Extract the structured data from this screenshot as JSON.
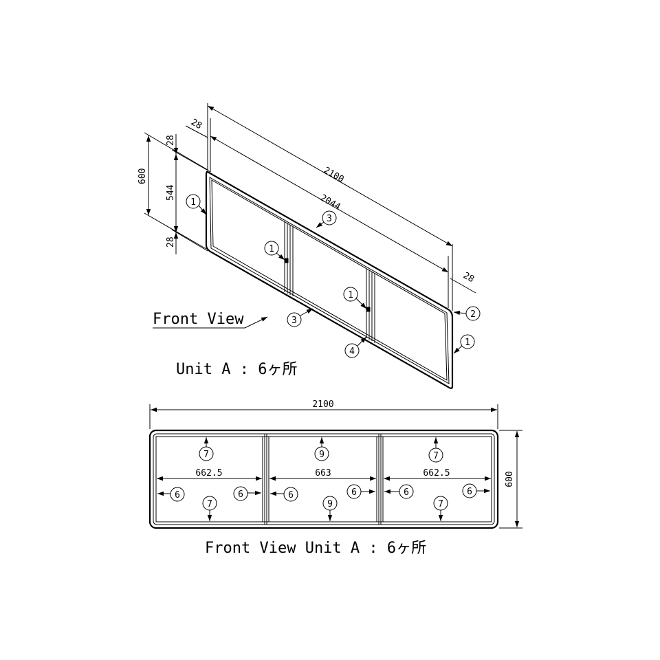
{
  "iso": {
    "dims": {
      "overall_length": "2100",
      "inner_length": "2044",
      "end_left": "28",
      "end_right": "28",
      "height": "600",
      "top_rail": "28",
      "panel": "544",
      "bottom_rail": "28"
    },
    "balloons": {
      "b1_left": "1",
      "b1_mid1": "1",
      "b1_mid2": "1",
      "b1_right": "1",
      "b2": "2",
      "b3_top": "3",
      "b3_bottom": "3",
      "b4": "4"
    },
    "front_view_label": "Front View",
    "unit_label": "Unit A : 6ヶ所"
  },
  "front": {
    "dims": {
      "width": "2100",
      "height": "600",
      "bay1": "662.5",
      "bay2": "663",
      "bay3": "662.5"
    },
    "balloons": {
      "t1": "7",
      "t2": "9",
      "t3": "7",
      "l1": "6",
      "r1": "6",
      "l2": "6",
      "r2": "6",
      "l3": "6",
      "r3": "6",
      "b1": "7",
      "b2": "9",
      "b3": "7"
    },
    "caption": "Front View Unit A : 6ヶ所"
  }
}
